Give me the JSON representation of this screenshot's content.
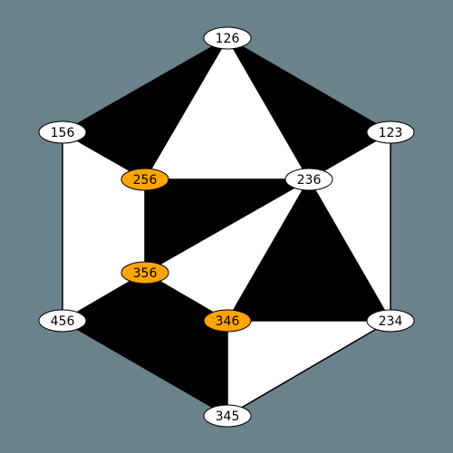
{
  "colors": {
    "background": "#6b828d",
    "dark_face": "#000000",
    "light_face": "#ffffff",
    "edge": "#000000",
    "node_default": "#ffffff",
    "node_highlight": "#ffa500"
  },
  "nodes": [
    {
      "id": "126",
      "label": "126",
      "highlight": false
    },
    {
      "id": "156",
      "label": "156",
      "highlight": false
    },
    {
      "id": "123",
      "label": "123",
      "highlight": false
    },
    {
      "id": "256",
      "label": "256",
      "highlight": true
    },
    {
      "id": "236",
      "label": "236",
      "highlight": false
    },
    {
      "id": "356",
      "label": "356",
      "highlight": true
    },
    {
      "id": "456",
      "label": "456",
      "highlight": false
    },
    {
      "id": "346",
      "label": "346",
      "highlight": true
    },
    {
      "id": "234",
      "label": "234",
      "highlight": false
    },
    {
      "id": "345",
      "label": "345",
      "highlight": false
    }
  ],
  "faces": [
    {
      "vertices": [
        "126",
        "156",
        "256"
      ],
      "fill": "dark"
    },
    {
      "vertices": [
        "126",
        "123",
        "236"
      ],
      "fill": "dark"
    },
    {
      "vertices": [
        "126",
        "256",
        "236"
      ],
      "fill": "light"
    },
    {
      "vertices": [
        "156",
        "256",
        "356",
        "456"
      ],
      "fill": "light"
    },
    {
      "vertices": [
        "256",
        "236",
        "356"
      ],
      "fill": "dark"
    },
    {
      "vertices": [
        "123",
        "236",
        "234"
      ],
      "fill": "light"
    },
    {
      "vertices": [
        "236",
        "346",
        "234"
      ],
      "fill": "dark"
    },
    {
      "vertices": [
        "356",
        "236",
        "346"
      ],
      "fill": "light"
    },
    {
      "vertices": [
        "456",
        "356",
        "346",
        "345"
      ],
      "fill": "dark"
    },
    {
      "vertices": [
        "346",
        "234",
        "345"
      ],
      "fill": "light"
    }
  ],
  "edges": [
    [
      "126",
      "156"
    ],
    [
      "126",
      "123"
    ],
    [
      "126",
      "256"
    ],
    [
      "126",
      "236"
    ],
    [
      "156",
      "256"
    ],
    [
      "156",
      "456"
    ],
    [
      "123",
      "236"
    ],
    [
      "123",
      "234"
    ],
    [
      "256",
      "236"
    ],
    [
      "256",
      "356"
    ],
    [
      "236",
      "356"
    ],
    [
      "236",
      "346"
    ],
    [
      "236",
      "234"
    ],
    [
      "356",
      "456"
    ],
    [
      "356",
      "346"
    ],
    [
      "456",
      "345"
    ],
    [
      "346",
      "234"
    ],
    [
      "346",
      "345"
    ],
    [
      "234",
      "345"
    ]
  ]
}
